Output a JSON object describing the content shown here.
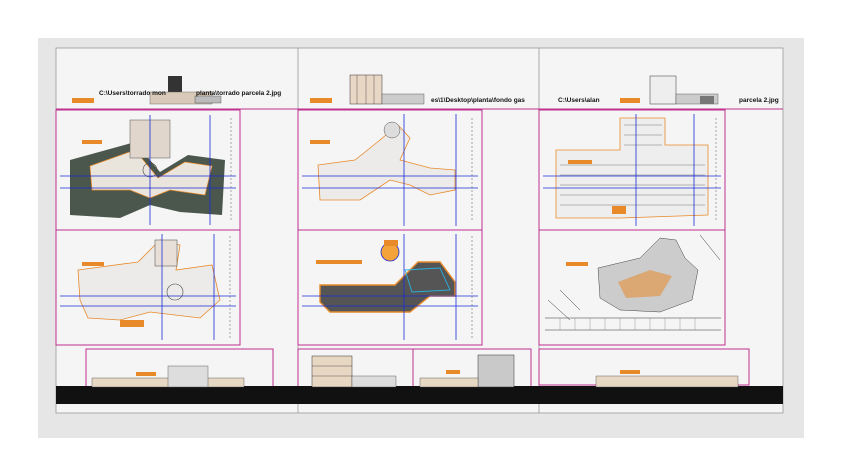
{
  "sheet": {
    "labels": [
      {
        "id": "label-1",
        "text": "C:\\Users\\torrado mon"
      },
      {
        "id": "label-2",
        "text": "planta\\torrado parcela 2.jpg"
      },
      {
        "id": "label-3",
        "text": "es\\1\\Desktop\\planta\\fondo gas"
      },
      {
        "id": "label-4",
        "text": "C:\\Users\\alan"
      },
      {
        "id": "label-5",
        "text": "parcela 2.jpg"
      }
    ]
  },
  "colors": {
    "canvas": "#e6e6e6",
    "paper": "#f4f4f4",
    "frame_magenta": "#c0308e",
    "grid_blue": "#1a2bd6",
    "plan_orange": "#e8892a",
    "ground": "#111111"
  }
}
